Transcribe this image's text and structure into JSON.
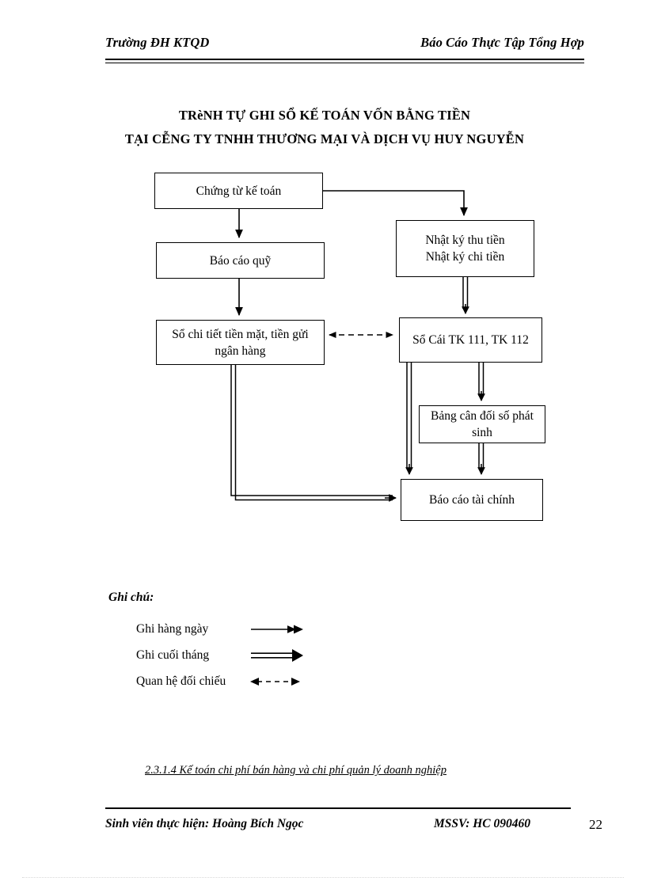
{
  "header": {
    "left": "Trường ĐH KTQD",
    "right": "Báo Cáo Thực Tập Tổng Hợp"
  },
  "title": {
    "line1": "TRèNH TỰ GHI SỔ KẾ TOÁN VỐN BẰNG TIỀN",
    "line2": "TẠI CỄNG TY TNHH THƯƠNG MẠI VÀ DỊCH VỤ HUY NGUYỄN"
  },
  "diagram": {
    "type": "flowchart",
    "nodes": [
      {
        "id": "chung-tu",
        "label": "Chứng từ kế toán"
      },
      {
        "id": "bao-cao-quy",
        "label": "Báo cáo quỹ"
      },
      {
        "id": "nhat-ky",
        "label": "Nhật ký thu tiền\nNhật ký chi tiền"
      },
      {
        "id": "so-chi-tiet",
        "label": "Sổ chi tiết tiền mặt, tiền gửi ngân hàng"
      },
      {
        "id": "so-cai",
        "label": "Sổ Cái TK 111, TK 112"
      },
      {
        "id": "bang-can-doi",
        "label": "Bảng cân đối số phát sinh"
      },
      {
        "id": "bao-cao-tc",
        "label": "Báo cáo tài chính"
      }
    ],
    "edges": [
      {
        "from": "chung-tu",
        "to": "bao-cao-quy",
        "style": "single"
      },
      {
        "from": "chung-tu",
        "to": "nhat-ky",
        "style": "single"
      },
      {
        "from": "bao-cao-quy",
        "to": "so-chi-tiet",
        "style": "single"
      },
      {
        "from": "nhat-ky",
        "to": "so-cai",
        "style": "double"
      },
      {
        "from": "so-chi-tiet",
        "to": "so-cai",
        "style": "dashed-bidirectional"
      },
      {
        "from": "so-cai",
        "to": "bang-can-doi",
        "style": "double"
      },
      {
        "from": "so-cai",
        "to": "bao-cao-tc",
        "style": "double"
      },
      {
        "from": "bang-can-doi",
        "to": "bao-cao-tc",
        "style": "double"
      },
      {
        "from": "so-chi-tiet",
        "to": "bao-cao-tc",
        "style": "double"
      }
    ]
  },
  "legend": {
    "title": "Ghi chú:",
    "items": [
      {
        "label": "Ghi hàng ngày",
        "style": "single"
      },
      {
        "label": "Ghi cuối tháng",
        "style": "double"
      },
      {
        "label": "Quan hệ đối chiếu",
        "style": "dashed-bidirectional"
      }
    ]
  },
  "section_heading": "2.3.1.4  Kế toán chi phí bán hàng và chi phí quản lý doanh nghiệp",
  "footer": {
    "student": "Sinh viên thực hiện: Hoàng Bích Ngọc",
    "mssv": "MSSV: HC 090460",
    "page": "22"
  },
  "colors": {
    "ink": "#000000",
    "paper": "#ffffff"
  }
}
